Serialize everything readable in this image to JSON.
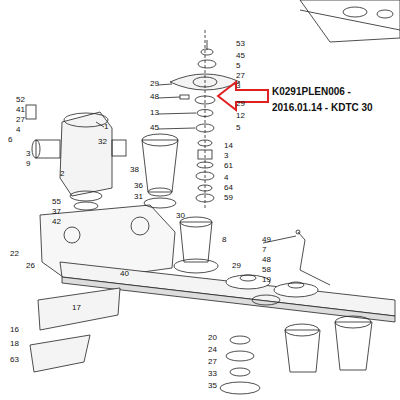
{
  "diagram": {
    "labels": [
      "53",
      "45",
      "5",
      "27",
      "3",
      "29",
      "12",
      "5",
      "29",
      "48",
      "13",
      "45",
      "52",
      "41",
      "27",
      "4",
      "6",
      "1",
      "32",
      "3",
      "9",
      "2",
      "38",
      "36",
      "31",
      "37",
      "42",
      "55",
      "14",
      "61",
      "3",
      "4",
      "64",
      "59",
      "30",
      "22",
      "26",
      "40",
      "17",
      "16",
      "18",
      "63",
      "49",
      "7",
      "48",
      "58",
      "19",
      "29",
      "8",
      "20",
      "24",
      "27",
      "33",
      "35",
      "K0291PLEN006 - 2016.01.14 - KDTC 30"
    ]
  }
}
